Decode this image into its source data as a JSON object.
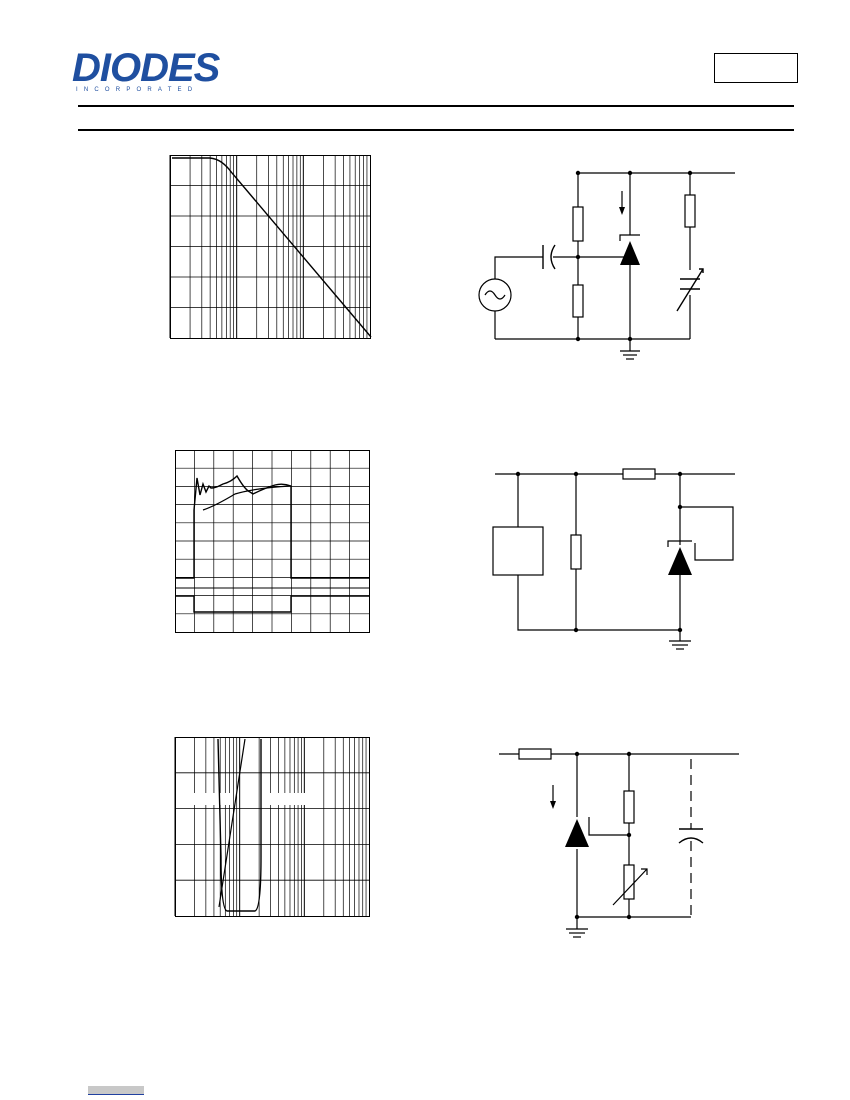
{
  "header": {
    "logo": {
      "name": "DIODES",
      "tagline": "INCORPORATED",
      "brand_color": "#1f4fa0"
    },
    "part_number": ""
  },
  "footer": {
    "link_text": ""
  },
  "colors": {
    "ink": "#000000",
    "grid": "#000000",
    "paper": "#ffffff"
  },
  "chart_data": [
    {
      "type": "line",
      "title": "",
      "xscale": "log",
      "yscale": "linear",
      "grid": true,
      "legend": "none",
      "series": [
        {
          "shape": "flat top-left then straight descending roll-off to bottom-right"
        }
      ]
    },
    {
      "type": "line",
      "title": "",
      "xscale": "linear",
      "yscale": "linear",
      "grid": true,
      "legend": "none",
      "series": [
        {
          "shape": "step response with initial ringing overshoot, then rising settle to flat level, then drop"
        },
        {
          "shape": "rectangular input pulse"
        }
      ]
    },
    {
      "type": "line",
      "title": "",
      "xscale": "log",
      "yscale": "linear",
      "grid": true,
      "legend": "none",
      "series": [
        {
          "shape": "narrow U-shaped boundary region with diagonal stability line"
        }
      ]
    }
  ],
  "diagrams": [
    {
      "name": "ac-test-circuit",
      "icons": [
        "ac-source-icon",
        "capacitor-icon",
        "resistor-icon",
        "shunt-regulator-icon",
        "variable-capacitor-icon",
        "ground-icon"
      ]
    },
    {
      "name": "pulse-test-circuit",
      "icons": [
        "pulse-generator-icon",
        "resistor-icon",
        "shunt-regulator-icon",
        "ground-icon"
      ]
    },
    {
      "name": "stability-test-circuit",
      "icons": [
        "resistor-icon",
        "shunt-regulator-icon",
        "potentiometer-icon",
        "capacitor-icon",
        "ground-icon"
      ]
    }
  ]
}
